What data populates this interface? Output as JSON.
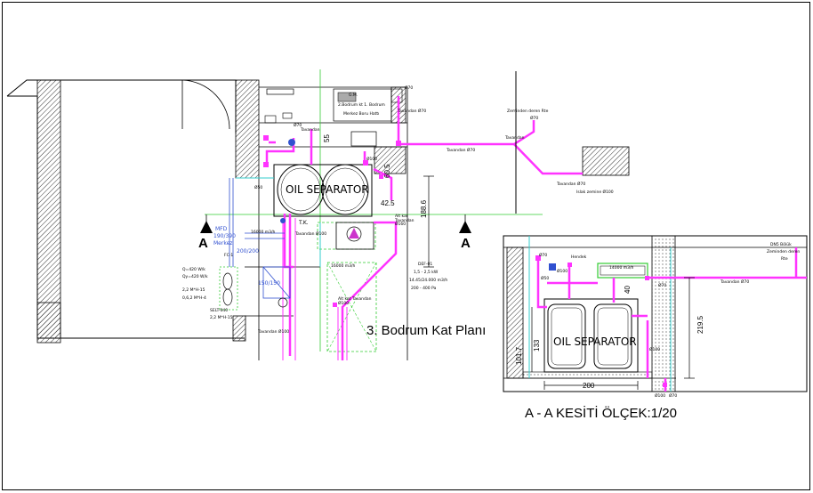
{
  "titles": {
    "plan": "3. Bodrum Kat Planı",
    "section": "A - A KESİTİ  ÖLÇEK:1/20"
  },
  "section_marks": {
    "left": "A",
    "right": "A"
  },
  "separator": {
    "plan_label": "OIL SEPARATOR",
    "section_label": "OIL SEPARATOR"
  },
  "dimensions": {
    "plan_vertical": "188.6",
    "plan_small_1": "55",
    "plan_small_2": "60.5",
    "plan_small_3": "42.5",
    "section_height": "219.5",
    "section_width": "200",
    "section_inner": "133",
    "section_inner2": "101.7",
    "section_small": "40"
  },
  "plan_notes": {
    "top_box": "G.M.",
    "top_note1": "2.Bodrum kt 1. Bodrum",
    "top_note2": "Merkez Boru Hattı",
    "right_pipe": "Tavandan Ø70",
    "pipe_top": "Tavandan Ø70",
    "ceiling_left": "Tavandan",
    "ceiling_ref": "Ø70",
    "equip_label": "DEF-01",
    "equip_spec1": "1,5 - 2,5 kW",
    "equip_spec2": "14.45/24.000 m3/h",
    "equip_spec3": "200 - 400 Pa",
    "box_label": "16000 m3/h",
    "box_label2": "16000 m3/h",
    "left_note1": "Q=420 W/k",
    "left_note2": "Qy=420 W/k",
    "left_note3": "2,2 M*H-15",
    "left_note4": "0,6,2 M*H-4",
    "left_note5": "SELT-040",
    "left_note6": "2,2 M*H-15",
    "mfd_label": "MFD",
    "mfd_size": "190/390",
    "mfd_note": "Merkez",
    "fan_size": "200/200",
    "fan_size2": "150/150",
    "bottom_pipe": "Tavandan Ø100",
    "bottom_note": "Alt kat Tavandan Ø100",
    "right_note": "Alt kat Tavandan Ø160",
    "tk": "T.K.",
    "tk2": "Tavandan Ø100",
    "far_right_note1": "Zeminden deren Rte",
    "far_right_note2": "Tavandan",
    "far_right_note3": "Ø70",
    "far_right_note4": "Tavandan Ø70",
    "far_right_note5": "Islak zemine Ø100",
    "fan_coil": "FC-1",
    "ref_no": "Ø70",
    "ref_no2": "Ø50",
    "ref_no3": "Ø100"
  },
  "section_notes": {
    "right_note1": "DN5 Bölük",
    "right_note2": "Zeminden deren",
    "right_note3": "Rte",
    "pipe_label": "Tavandan Ø70",
    "box_label": "14000 m3/h",
    "left_label": "Ø50",
    "left_label2": "Ø70",
    "bottom_label": "Ø100",
    "bottom_label2": "Ø70",
    "pipe_mid": "Ø100",
    "pipe_mid2": "Ø70",
    "equip": "Ø100",
    "lbl_top": "Hendek"
  },
  "colors": {
    "pipe": "#ff33ff",
    "green": "#33cc33",
    "wall": "#000000",
    "blue": "#3050d0",
    "cyan": "#33cccc",
    "hatch": "#555555"
  }
}
